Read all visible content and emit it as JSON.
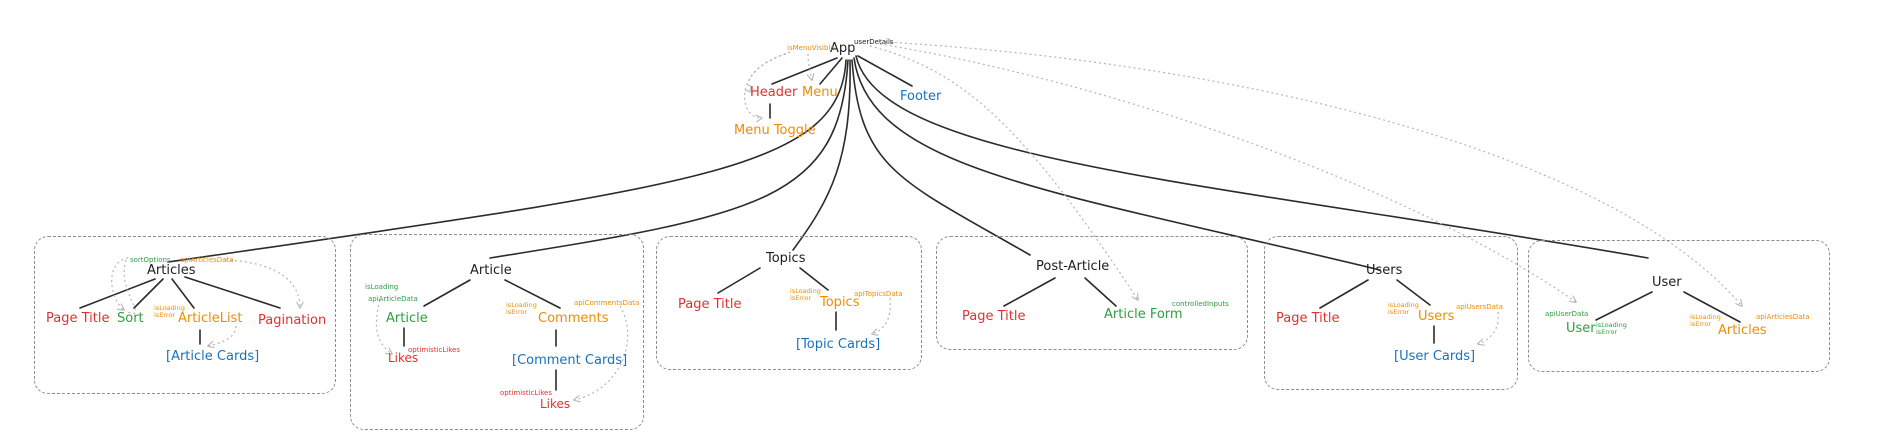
{
  "colors": {
    "red": "#e03131",
    "green": "#2f9e44",
    "orange": "#f08c00",
    "blue": "#1971c2",
    "black": "#1e1e1e",
    "solid": "#2b2b2b",
    "dotted": "#b5b5b5",
    "frame": "#8c8c8c"
  },
  "top": {
    "app": "App",
    "is_menu_visible": "isMenuVisible",
    "user_details": "userDetails",
    "header": "Header",
    "menu": "Menu",
    "footer": "Footer",
    "menu_toggle": "Menu Toggle"
  },
  "articles": {
    "title": "Articles",
    "sort_options": "sortOptions",
    "api_articles_data": "apiArticlesData",
    "page_title": "Page Title",
    "sort": "Sort",
    "is_loading_error": "isLoading\nisError",
    "article_list": "ArticleList",
    "pagination": "Pagination",
    "article_cards": "[Article Cards]"
  },
  "article": {
    "title": "Article",
    "is_loading": "isLoading",
    "api_article_data": "apiArticleData",
    "article": "Article",
    "is_loading_error": "isLoading\nisError",
    "comments": "Comments",
    "api_comments_data": "apiCommentsData",
    "likes": "Likes",
    "opt_vote_likes": "optimisticLikes",
    "comment_cards": "[Comment Cards]",
    "opt_likes2": "optimisticLikes",
    "likes2": "Likes"
  },
  "topics": {
    "title": "Topics",
    "page_title": "Page Title",
    "is_loading_error": "isLoading\nisError",
    "topics": "Topics",
    "api_topics_data": "apiTopicsData",
    "topic_cards": "[Topic Cards]"
  },
  "post_article": {
    "title": "Post-Article",
    "page_title": "Page Title",
    "article_form": "Article Form",
    "controlled_inputs": "controlledInputs"
  },
  "users": {
    "title": "Users",
    "page_title": "Page Title",
    "is_loading_error": "isLoading\nisError",
    "users": "Users",
    "api_users_data": "apiUsersData",
    "user_cards": "[User Cards]"
  },
  "user": {
    "title": "User",
    "api_user_data": "apiUserData",
    "user": "User",
    "is_loading_error": "isLoading\nisError",
    "is_loading_error2": "isLoading\nisError",
    "articles": "Articles",
    "api_articles_data": "apiArticlesData"
  }
}
